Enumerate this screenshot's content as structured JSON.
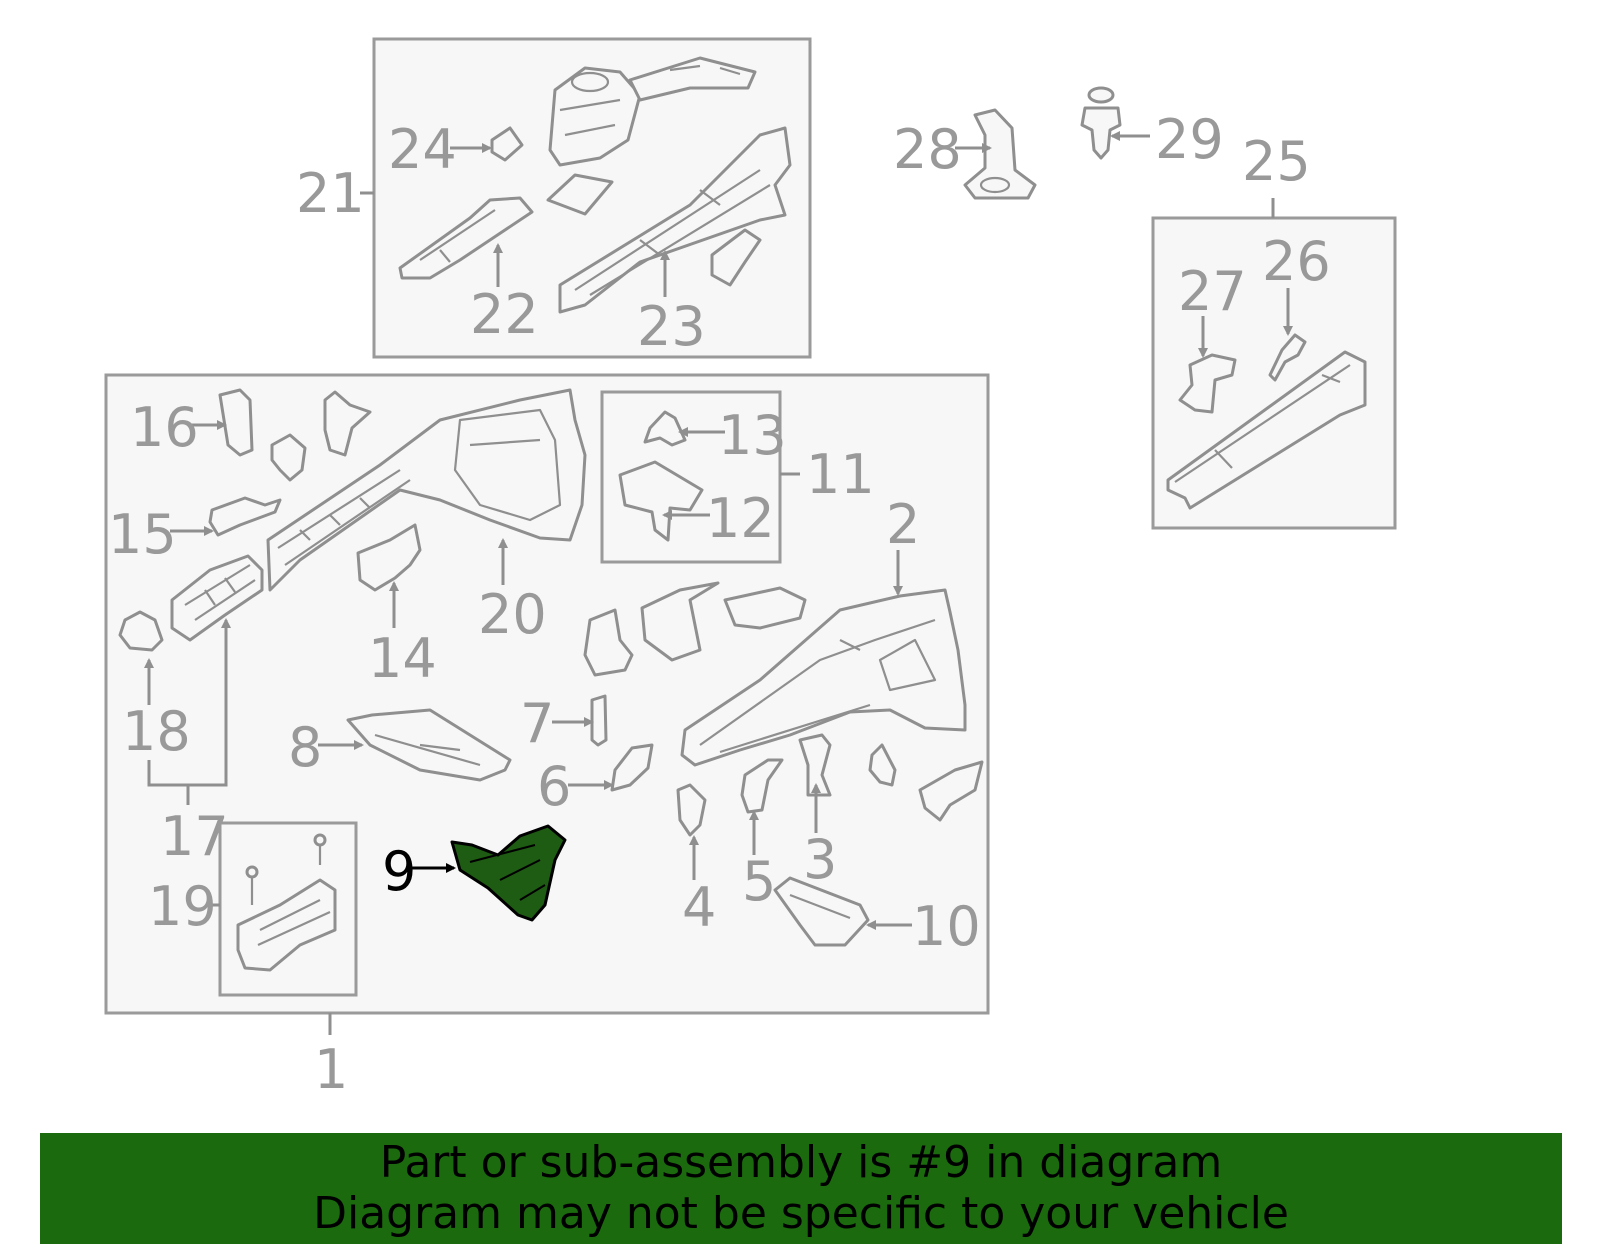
{
  "highlight_color": "#1b6a0e",
  "callouts": {
    "c1": "1",
    "c2": "2",
    "c3": "3",
    "c4": "4",
    "c5": "5",
    "c6": "6",
    "c7": "7",
    "c8": "8",
    "c9": "9",
    "c10": "10",
    "c11": "11",
    "c12": "12",
    "c13": "13",
    "c14": "14",
    "c15": "15",
    "c16": "16",
    "c17": "17",
    "c18": "18",
    "c19": "19",
    "c20": "20",
    "c21": "21",
    "c22": "22",
    "c23": "23",
    "c24": "24",
    "c25": "25",
    "c26": "26",
    "c27": "27",
    "c28": "28",
    "c29": "29"
  },
  "banner": {
    "line1": "Part or sub-assembly is #9 in diagram",
    "line2": "Diagram may not be specific to your vehicle"
  }
}
